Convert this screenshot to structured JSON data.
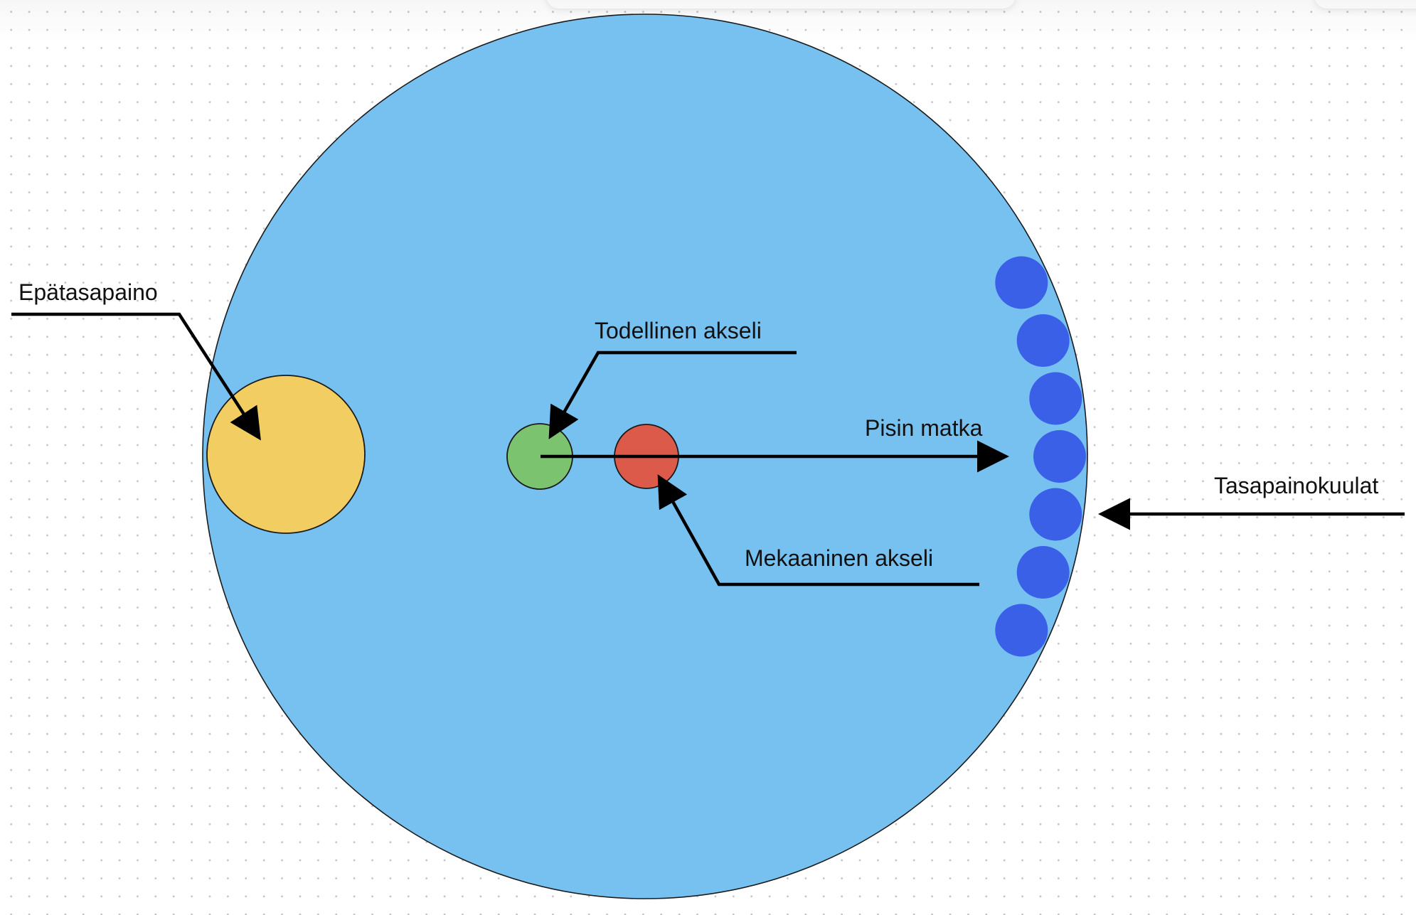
{
  "diagram": {
    "labels": {
      "imbalance": "Epätasapaino",
      "true_axis": "Todellinen akseli",
      "longest_distance": "Pisin matka",
      "mechanical_axis": "Mekaaninen akseli",
      "balance_balls": "Tasapainokuulat"
    },
    "colors": {
      "disc": "#77c1f1",
      "imbalance_mass": "#f2cd62",
      "true_axis": "#7cc36f",
      "mechanical_axis": "#dc5a4a",
      "balance_balls": "#3a60e8",
      "lines": "#000000",
      "grid_dots": "#c4c4c4"
    },
    "balance_ball_count": 7
  }
}
